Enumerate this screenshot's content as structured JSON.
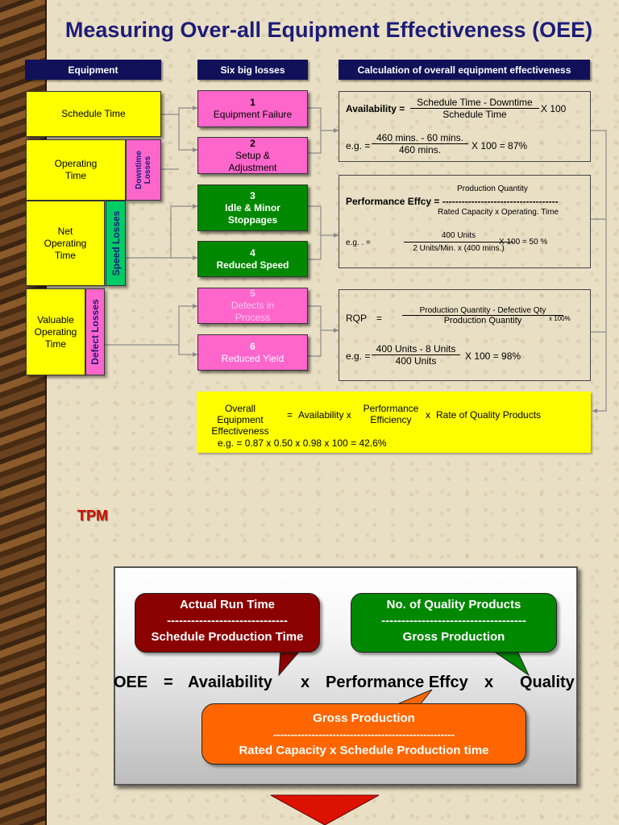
{
  "title": "Measuring Over-all  Equipment Effectiveness (OEE)",
  "headers": {
    "equipment": "Equipment",
    "six_losses": "Six big losses",
    "calculation": "Calculation of overall equipment effectiveness"
  },
  "equipment": {
    "schedule_time": "Schedule Time",
    "operating_time": "Operating Time",
    "net_operating_time": "Net Operating Time",
    "valuable_operating_time": "Valuable Operating Time",
    "downtime_losses": "Downtime Losses",
    "speed_losses": "Speed Losses",
    "defect_losses": "Defect Losses"
  },
  "losses": [
    {
      "num": "1",
      "label": "Equipment Failure"
    },
    {
      "num": "2",
      "label": "Setup & Adjustment"
    },
    {
      "num": "3",
      "label": "Idle & Minor Stoppages"
    },
    {
      "num": "4",
      "label": "Reduced Speed"
    },
    {
      "num": "5",
      "label": "Defects in Process"
    },
    {
      "num": "6",
      "label": "Reduced Yield"
    }
  ],
  "availability": {
    "label": "Availability =",
    "numerator": "Schedule Time - Downtime",
    "denominator": "Schedule Time",
    "times": "X 100",
    "eg": "e.g. =",
    "eg_num": "460 mins. - 60 mins.",
    "eg_den": "460 mins.",
    "eg_result": "X 100  =  87%"
  },
  "performance": {
    "top": "Production Quantity",
    "label": "Performance Effcy = ",
    "dashes": "------------------------------------",
    "bottom": "Rated Capacity x  Operating. Time",
    "eg": "e.g.        . =",
    "eg_num": "400 Units",
    "eg_den": "2 Units/Min. x  (400 mins.)",
    "eg_result": "X 100   =  50 %"
  },
  "quality": {
    "label": "RQP",
    "eq": "=",
    "numerator": "Production Quantity - Defective Qty",
    "denominator": "Production Quantity",
    "times": "x  100%",
    "eg": "e.g. =",
    "eg_num": "400 Units - 8 Units",
    "eg_den": "400 Units",
    "eg_result": "X 100  =  98%"
  },
  "oee_summary": {
    "oee": "Overall Equipment Effectiveness",
    "eq": "=",
    "availability": "Availability  x",
    "performance": "Performance Efficiency",
    "x": "x",
    "quality": "Rate of Quality Products",
    "example": "e.g. = 0.87 x 0.50 x 0.98 x 100  = 42.6%"
  },
  "tpm": "TPM",
  "tpm_panel": {
    "red_bubble": {
      "top": "Actual  Run Time",
      "dashes": "------------------------------",
      "bottom": "Schedule Production Time"
    },
    "green_bubble": {
      "top": "No. of  Quality Products",
      "dashes": "------------------------------------",
      "bottom": "Gross Production"
    },
    "equation": {
      "oee": "OEE",
      "eq": "=",
      "availability": "Availability",
      "x1": "x",
      "performance": "Performance Effcy",
      "x2": "x",
      "quality": "Quality"
    },
    "orange_bubble": {
      "top": "Gross Production",
      "dashes": "----------------------------------------------------",
      "bottom": "Rated Capacity x  Schedule Production time"
    }
  },
  "colors": {
    "title": "#1c1c78",
    "header_bg": "#11115a",
    "yellow": "#ffff00",
    "pink": "#ff66cc",
    "green": "#008800",
    "red_bubble": "#8b0000",
    "orange_bubble": "#ff6600",
    "tpm": "#cc1100"
  }
}
